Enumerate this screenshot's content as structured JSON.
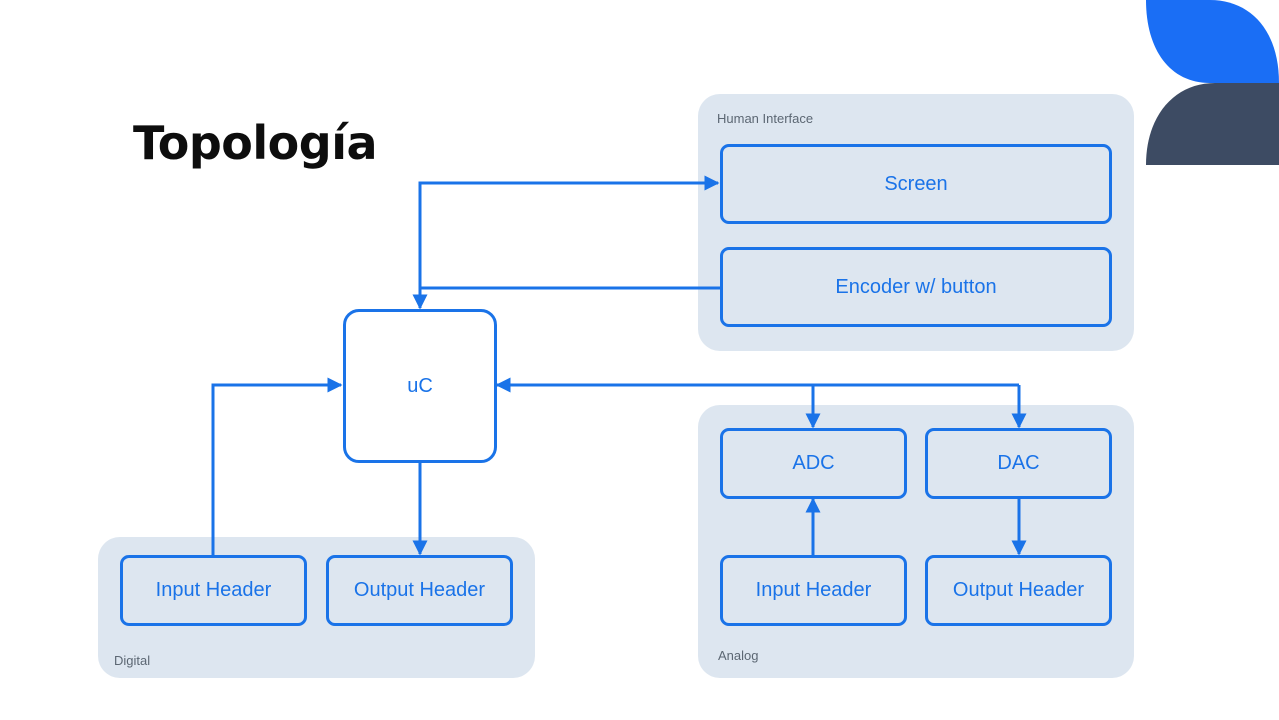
{
  "title": "Topología",
  "groups": {
    "human_interface": {
      "label": "Human Interface"
    },
    "digital": {
      "label": "Digital"
    },
    "analog": {
      "label": "Analog"
    }
  },
  "nodes": {
    "uc": "uC",
    "screen": "Screen",
    "encoder": "Encoder w/ button",
    "adc": "ADC",
    "dac": "DAC",
    "digital_input": "Input Header",
    "digital_output": "Output Header",
    "analog_input": "Input Header",
    "analog_output": "Output Header"
  },
  "colors": {
    "accent": "#1a73e8",
    "group_bg": "#dde6f0",
    "logo_blue": "#1a6ef5",
    "logo_dark": "#3d4b63"
  },
  "edges": [
    {
      "from": "uC",
      "to": "Screen"
    },
    {
      "from": "Encoder w/ button",
      "to": "uC"
    },
    {
      "from": "Input Header",
      "to": "uC"
    },
    {
      "from": "uC",
      "to": "Output Header"
    },
    {
      "from": "uC",
      "to": "ADC",
      "bidirectional": true
    },
    {
      "from": "uC",
      "to": "DAC"
    },
    {
      "from": "Input Header",
      "to": "ADC"
    },
    {
      "from": "DAC",
      "to": "Output Header"
    }
  ]
}
